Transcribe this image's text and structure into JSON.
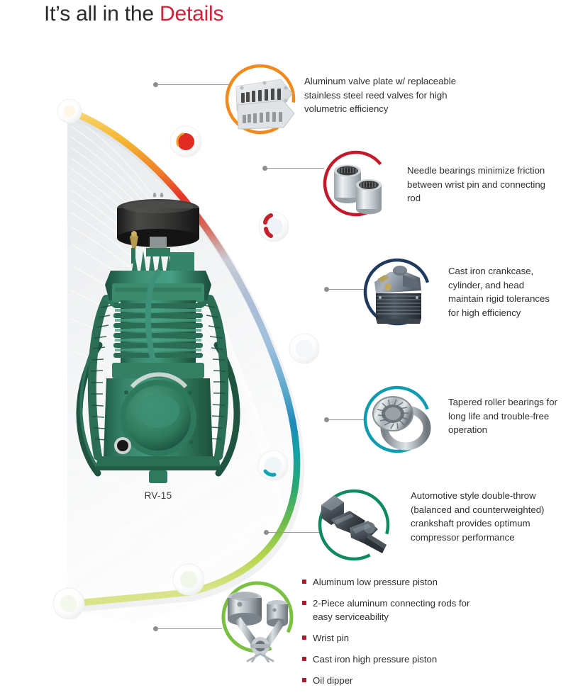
{
  "page": {
    "title_plain": "It’s all in the ",
    "title_accent": "Details",
    "accent_color": "#cf2139"
  },
  "product": {
    "label": "RV-15",
    "color": "#2f7a5e"
  },
  "arc": {
    "stops": [
      "#f2c94c",
      "#f5a623",
      "#e8392b",
      "#d0d7e2",
      "#a8c0e0",
      "#1f7fb5",
      "#12a3a8",
      "#2aa46b",
      "#84c441",
      "#c6d94a"
    ]
  },
  "callouts": [
    {
      "id": "valve-plate",
      "ring_color": "#f08a1c",
      "icon": "valve-plate-photo",
      "text": "Aluminum valve plate w/ replaceable stainless steel reed valves for high volumetric efficiency"
    },
    {
      "id": "needle-bearings",
      "ring_color": "#c11b2b",
      "icon": "needle-bearings-photo",
      "text": "Needle bearings minimize friction between wrist pin and connecting rod"
    },
    {
      "id": "crankcase",
      "ring_color": "#20395e",
      "icon": "crankcase-photo",
      "text": "Cast iron crankcase, cylinder, and head maintain rigid tolerances for high efficiency"
    },
    {
      "id": "roller-bearings",
      "ring_color": "#0f9bb0",
      "icon": "tapered-roller-bearing-photo",
      "text": "Tapered roller bearings for long life and trouble-free operation"
    },
    {
      "id": "crankshaft",
      "ring_color": "#0e8a5f",
      "icon": "crankshaft-photo",
      "text": "Automotive style double-throw (balanced and counterweighted) crankshaft provides optimum compressor performance"
    },
    {
      "id": "pistons",
      "ring_color": "#7ac143",
      "icon": "piston-assembly-photo",
      "text": ""
    }
  ],
  "piston_bullets": [
    "Aluminum low pressure piston",
    "2-Piece aluminum connecting rods for easy serviceability",
    "Wrist pin",
    "Cast iron high pressure piston",
    "Oil dipper"
  ]
}
